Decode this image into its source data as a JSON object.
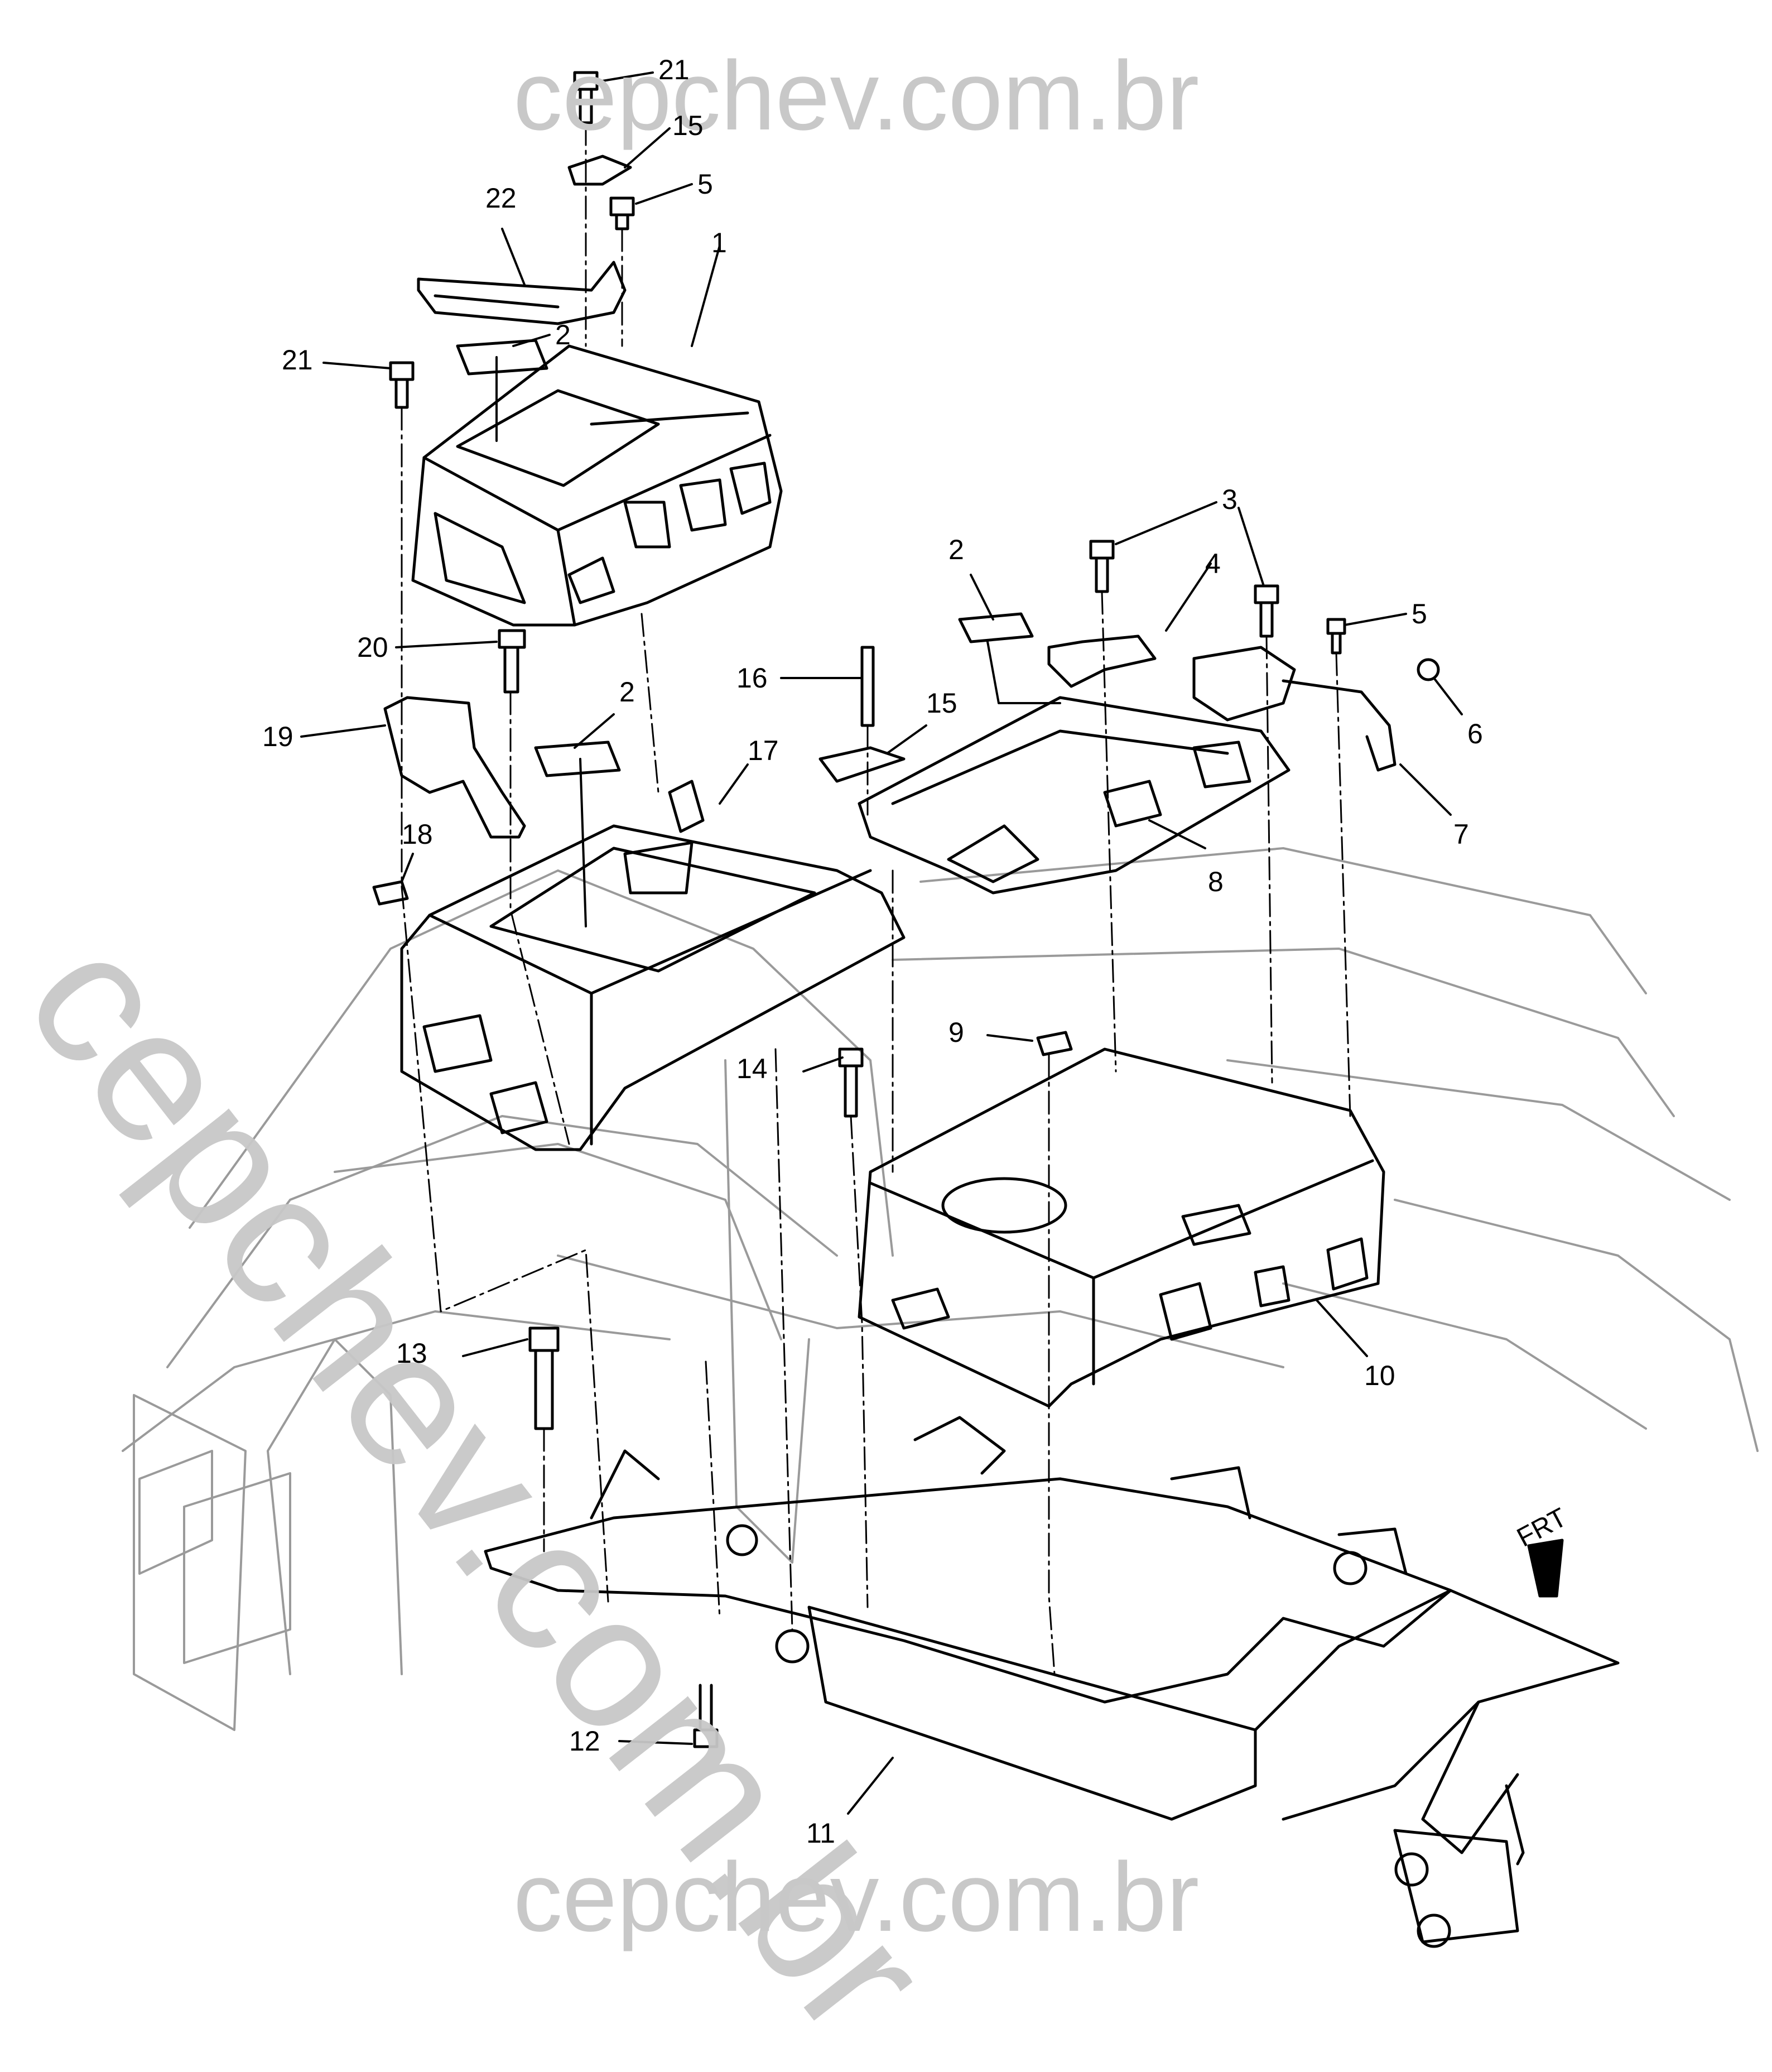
{
  "watermark": {
    "top": "cepchev.com.br",
    "bottom": "cepchev.com.br",
    "diagonal": "cepchev.com.br"
  },
  "direction_indicator": {
    "label": "FRT"
  },
  "callouts": {
    "c1": "1",
    "c2a": "2",
    "c2b": "2",
    "c2c": "2",
    "c3": "3",
    "c4": "4",
    "c5a": "5",
    "c5b": "5",
    "c6": "6",
    "c7": "7",
    "c8": "8",
    "c9": "9",
    "c10": "10",
    "c11": "11",
    "c12": "12",
    "c13": "13",
    "c14": "14",
    "c15a": "15",
    "c15b": "15",
    "c16": "16",
    "c17": "17",
    "c18": "18",
    "c19": "19",
    "c20": "20",
    "c21a": "21",
    "c21b": "21",
    "c22": "22"
  },
  "colors": {
    "line": "#000000",
    "faint_line": "#9a9a9a",
    "watermark": "#c8c8c8"
  }
}
